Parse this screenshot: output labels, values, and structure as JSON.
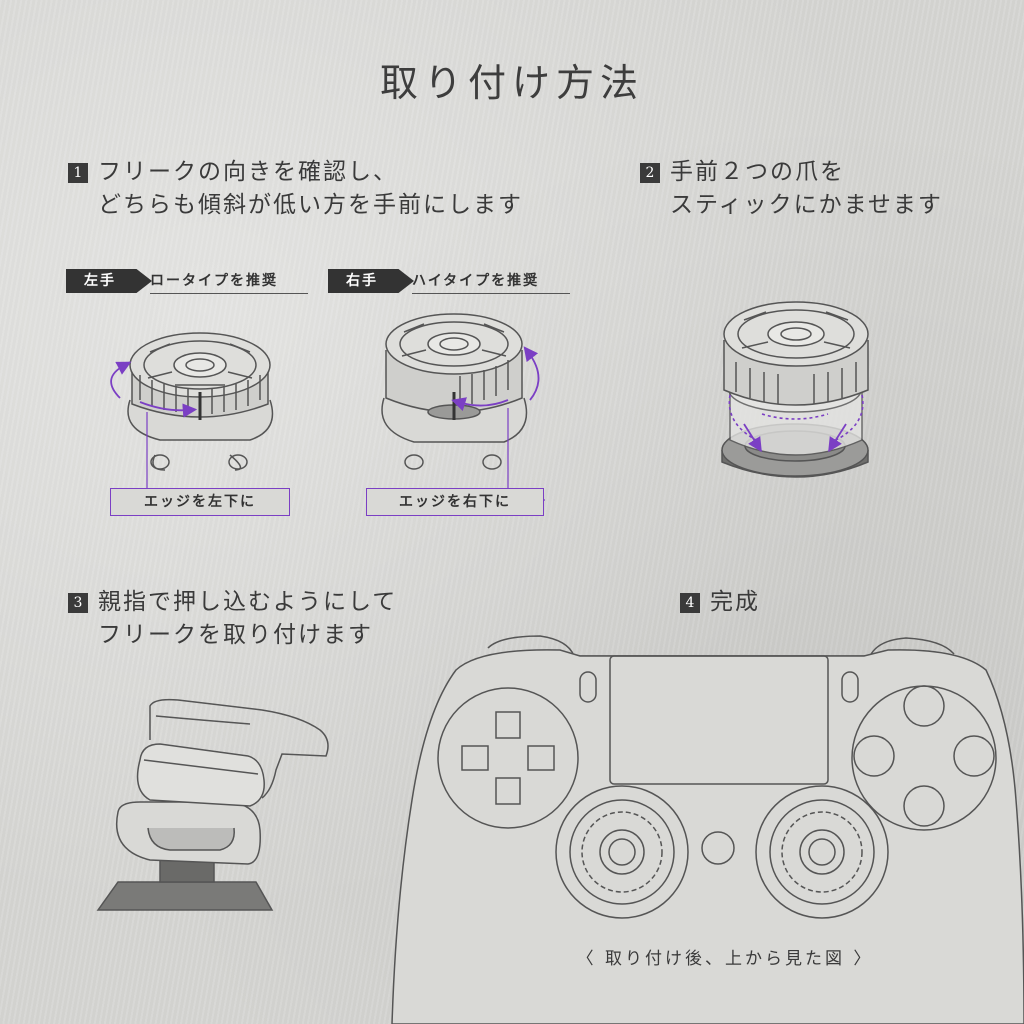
{
  "title": "取り付け方法",
  "steps": [
    {
      "num": "1",
      "line1": "フリークの向きを確認し、",
      "line2": "どちらも傾斜が低い方を手前にします"
    },
    {
      "num": "2",
      "line1": "手前２つの爪を",
      "line2": "スティックにかませます"
    },
    {
      "num": "3",
      "line1": "親指で押し込むようにして",
      "line2": "フリークを取り付けます"
    },
    {
      "num": "4",
      "line1": "完成"
    }
  ],
  "left_tag": {
    "hand": "左手",
    "label": "ロータイプを推奨"
  },
  "right_tag": {
    "hand": "右手",
    "label": "ハイタイプを推奨"
  },
  "left_edge_note": "エッジを左下に",
  "right_edge_note": "エッジを右下に",
  "caption": "〈 取り付け後、上から見た図 〉",
  "colors": {
    "accent": "#7b3fc4",
    "line": "#555555",
    "dark_label": "#333333"
  }
}
